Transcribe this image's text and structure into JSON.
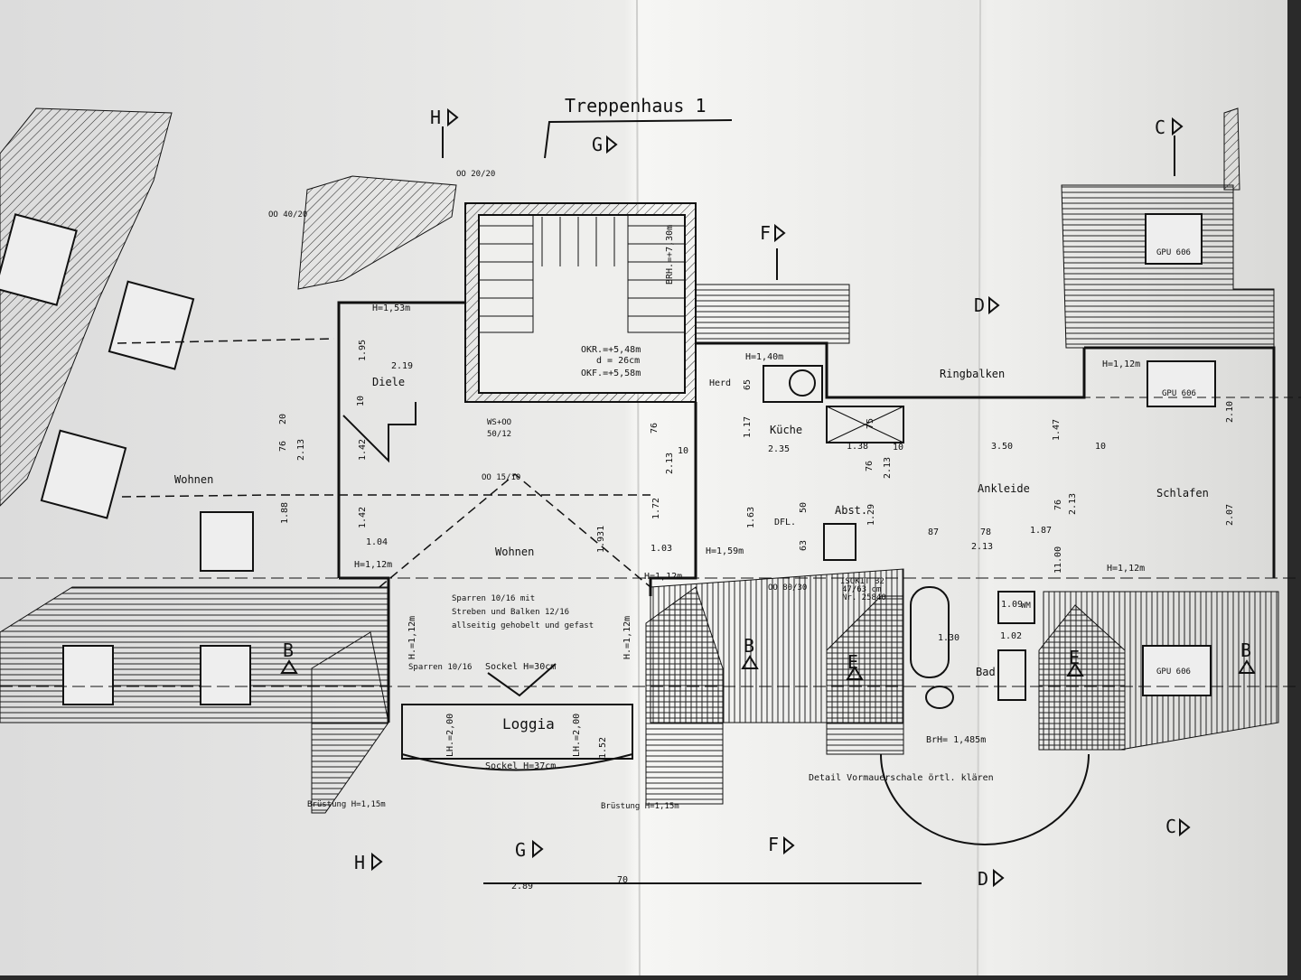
{
  "title": "Treppenhaus 1",
  "section_markers": [
    "H",
    "G",
    "F",
    "D",
    "C",
    "B",
    "B",
    "E",
    "E",
    "B",
    "H",
    "G",
    "F",
    "C",
    "D"
  ],
  "openings": [
    "OO 20/20",
    "OO 40/20",
    "OO 15/10",
    "OO 80/30",
    "WS+OO",
    "50/12"
  ],
  "stair": {
    "okr": "OKR.=+5,48m",
    "d": "d = 26cm",
    "okf": "OKF.=+5,58m",
    "brh": "BRH.=+7,30m"
  },
  "rooms": [
    "Diele",
    "Wohnen",
    "Wohnen",
    "Küche",
    "Herd",
    "Abst.",
    "DFL.",
    "Ankleide",
    "Schlafen",
    "Bad",
    "Loggia",
    "WM",
    "Ringbalken"
  ],
  "heights": [
    "H=1,53m",
    "H=1,12m",
    "H=1,40m",
    "H=1,59m",
    "H=1,12m",
    "H=1,12m",
    "H=1,12m",
    "H.=1,12m",
    "H.=1,12m",
    "LH.=2,00",
    "LH.=2,00",
    "BrH= 1,485m"
  ],
  "windows": [
    "GPU 606",
    "GPU 606",
    "GPU 606"
  ],
  "dimensions": [
    "1.95",
    "2.19",
    "10",
    "20",
    "76",
    "2.13",
    "1.88",
    "1.42",
    "1.42",
    "1.04",
    "1.931",
    "76",
    "2.13",
    "1.72",
    "1.03",
    "1.17",
    "2.35",
    "1.38",
    "10",
    "10",
    "3.50",
    "1.47",
    "2.10",
    "2.07",
    "76",
    "2.13",
    "1.87",
    "11.00",
    "87",
    "78",
    "2.13",
    "50",
    "63",
    "1.29",
    "1.63",
    "65",
    "75",
    "76",
    "2.13",
    "1.30",
    "1.09",
    "1.02",
    "1.52",
    "2.89",
    "70",
    "10"
  ],
  "notes": {
    "sparren1": "Sparren 10/16 mit",
    "sparren2": "Streben und Balken 12/16",
    "sparren3": "allseitig gehobelt und gefast",
    "sparren_small": "Sparren 10/16",
    "sockel30": "Sockel H=30cm",
    "sockel37": "Sockel H=37cm",
    "bruestung_left": "Brüstung H=1,15m",
    "bruestung_right": "Brüstung H=1,15m",
    "isokit1": "ISOKIT B2",
    "isokit2": "47/63 cm",
    "isokit3": "Nr. 25840",
    "detail": "Detail Vormauerschale örtl. klären"
  },
  "colors": {
    "paper": "#e9e9e7",
    "ink": "#111111",
    "shadow": "#2a2a2a"
  }
}
